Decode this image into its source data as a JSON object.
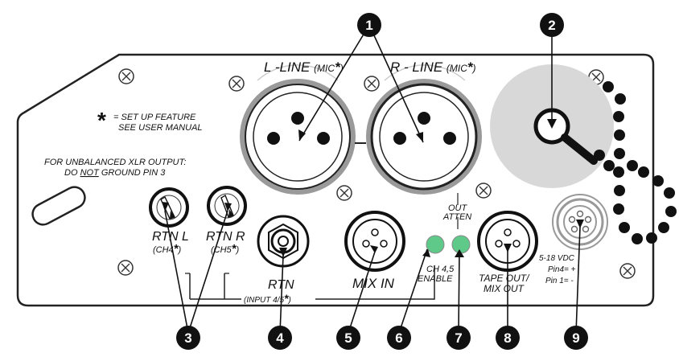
{
  "labels": {
    "l_line": "L -LINE",
    "l_mic": "(MIC",
    "r_line": "R - LINE",
    "r_mic": "(MIC",
    "star": "*",
    "close_paren": ")",
    "setup_line1": "= SET UP FEATURE",
    "setup_line2": "SEE USER MANUAL",
    "unbal_line1": "FOR UNBALANCED XLR OUTPUT:",
    "unbal_line2_pre": "DO ",
    "unbal_line2_not": "NOT",
    "unbal_line2_post": " GROUND PIN 3",
    "rtn_l": "RTN L",
    "rtn_r": "RTN R",
    "ch4": "(CH4",
    "ch5": "(CH5",
    "rtn": "RTN",
    "input45": "(INPUT 4/5",
    "mix_in": "MIX IN",
    "out": "OUT",
    "atten": "ATTEN",
    "ch45": "CH 4,5",
    "enable": "ENABLE",
    "tape_out": "TAPE OUT/",
    "mix_out": "MIX OUT",
    "vdc": "5-18 VDC",
    "pin4": "Pin4= +",
    "pin1": "Pin 1= -"
  },
  "callouts": [
    "1",
    "2",
    "3",
    "4",
    "5",
    "6",
    "7",
    "8",
    "9"
  ],
  "colors": {
    "panel": "#ffffff",
    "outline": "#222222",
    "callout_fill": "#111111",
    "led_fill": "#5fc98a",
    "round_plate": "#d8d8d8",
    "ring_gray": "#9a9a9a"
  }
}
